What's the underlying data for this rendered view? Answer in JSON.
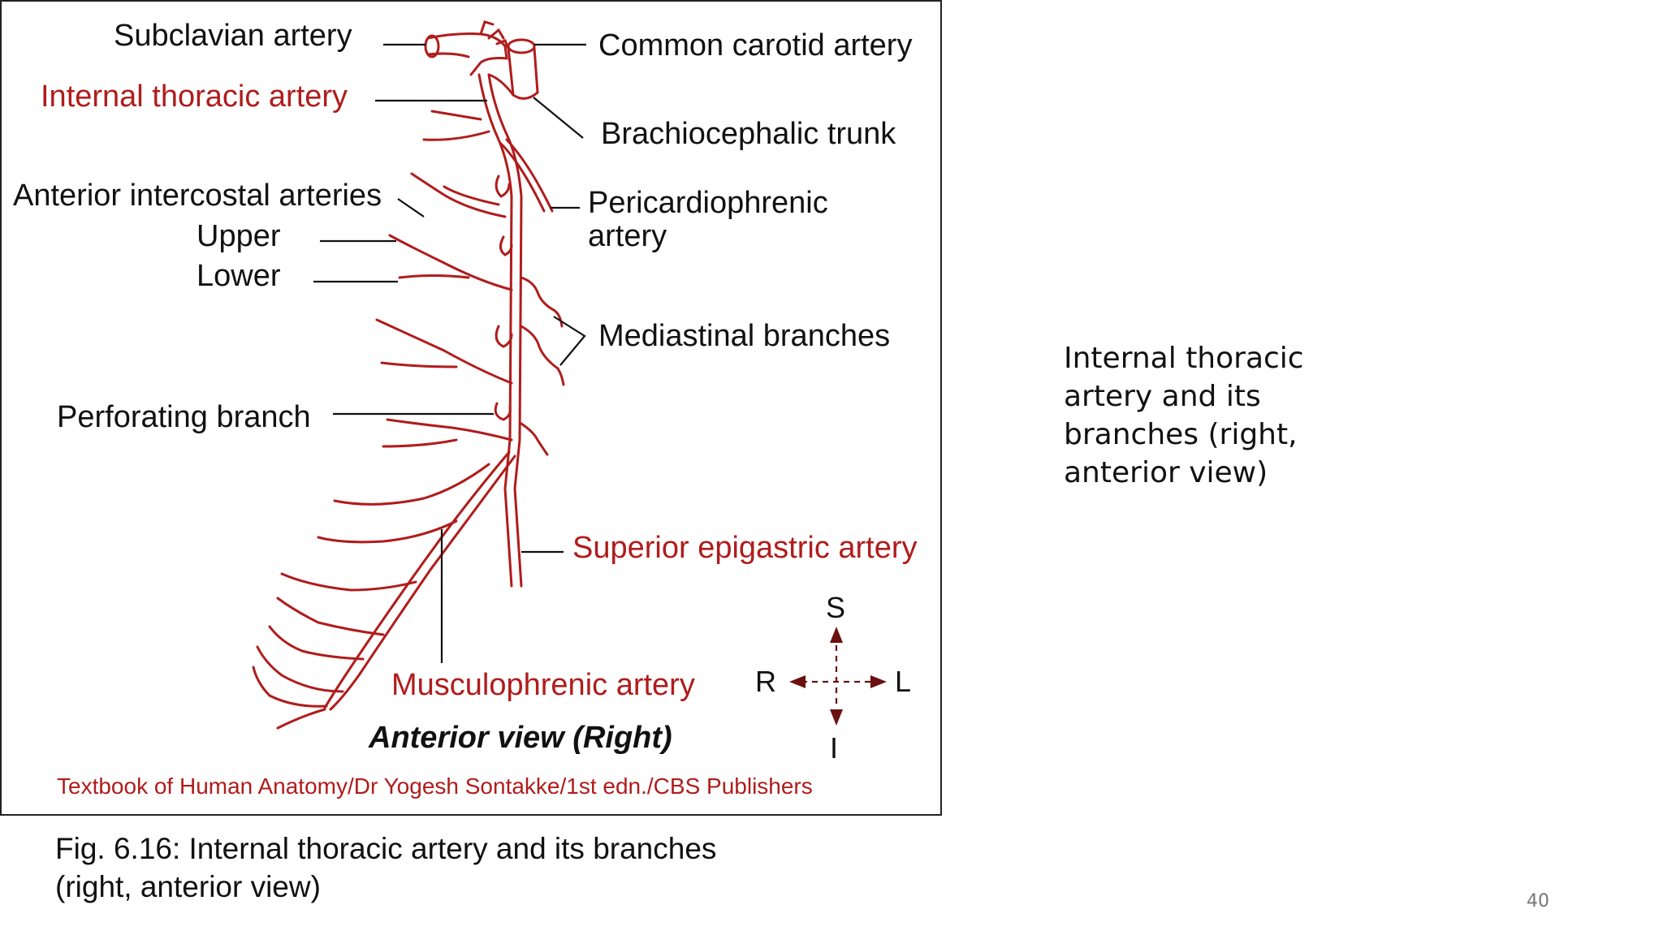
{
  "diagram": {
    "labels": {
      "subclavian": "Subclavian artery",
      "internal_thoracic": "Internal thoracic artery",
      "anterior_intercostal": "Anterior intercostal arteries",
      "upper": "Upper",
      "lower": "Lower",
      "perforating": "Perforating branch",
      "common_carotid": "Common carotid artery",
      "brachiocephalic": "Brachiocephalic trunk",
      "pericardiophrenic_1": "Pericardiophrenic",
      "pericardiophrenic_2": "artery",
      "mediastinal": "Mediastinal branches",
      "superior_epigastric": "Superior epigastric artery",
      "musculophrenic": "Musculophrenic artery",
      "view": "Anterior view (Right)",
      "credit": "Textbook of Human Anatomy/Dr Yogesh Sontakke/1st edn./CBS Publishers"
    },
    "orientation": {
      "superior": "S",
      "inferior": "I",
      "right": "R",
      "left": "L"
    },
    "colors": {
      "artery": "#b01c1c",
      "label_highlight": "#b01c1c",
      "arrow": "#6b1010",
      "text": "#111111"
    }
  },
  "figure_caption": {
    "line1": "Fig. 6.16: Internal thoracic artery and its branches",
    "line2": "(right, anterior view)"
  },
  "side_caption": "Internal thoracic artery and its branches (right, anterior view)",
  "page_number": "40"
}
